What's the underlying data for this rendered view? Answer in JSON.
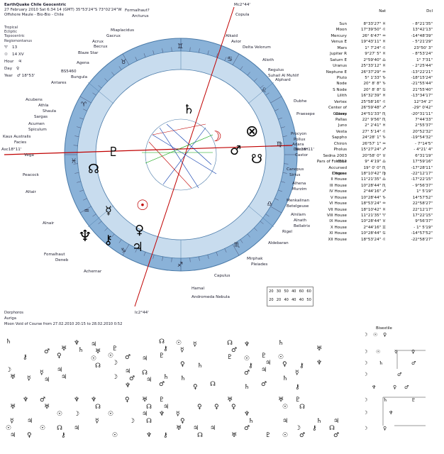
{
  "header": {
    "title": "EarthQuake Chile Geocentric",
    "line2": "27 February 2010   Sat   6:34 14 (GMT) 35°53'24\"S  73°02'24\"W",
    "line3": "Offshore Maule - Bio-Bio - Chile"
  },
  "options": [
    "Tropical",
    "Ecliptic",
    "Topocentric",
    "Regiomontanus"
  ],
  "params": [
    {
      "glyph": "♈",
      "value": "13"
    },
    {
      "glyph": "☉",
      "value": "14 XV"
    },
    {
      "label": "Hour",
      "value": "♃"
    },
    {
      "label": "Day",
      "value": "♀"
    },
    {
      "label": "Year",
      "value": "♂ 18°53'"
    }
  ],
  "positions_header": {
    "col1": "Nat",
    "col2": "Dcl"
  },
  "positions": [
    {
      "name": "Sun",
      "lon": "8°33'27\" ♓",
      "dcl": "- 8°21'35\""
    },
    {
      "name": "Moon",
      "lon": "17°39'50\" ♌",
      "dcl": "13°42'13\""
    },
    {
      "name": "Mercury",
      "lon": "26° 6'47\" ♒",
      "dcl": "-14°48'39\""
    },
    {
      "name": "Venus E",
      "lon": "19°43'11\" ♓",
      "dcl": "- 5°21'29\""
    },
    {
      "name": "Mars",
      "lon": "1° 7'24\" ♌",
      "dcl": "23°50' 3\""
    },
    {
      "name": "Jupiter R",
      "lon": "9°27' 5\" ♓",
      "dcl": "- 8°53'24\""
    },
    {
      "name": "Saturn E",
      "lon": "2°59'40\" ♎",
      "dcl": "1° 7'31\""
    },
    {
      "name": "Uranus",
      "lon": "25°33'12\" ♓",
      "dcl": "- 2°25'44\""
    },
    {
      "name": "Neptune E",
      "lon": "26°37'29\" ♒",
      "dcl": "-13°22'21\""
    },
    {
      "name": "Pluto",
      "lon": "5° 1'33\" ♑",
      "dcl": "-18°15'24\""
    },
    {
      "name": "Node",
      "lon": "20° 8' 8\" ♑",
      "dcl": "-21°55'44\""
    },
    {
      "name": "S Node",
      "lon": "20° 8' 8\" ♋",
      "dcl": "21°55'40\""
    },
    {
      "name": "Lilith",
      "lon": "16°32'39\" ♓",
      "dcl": "-13°34'17\""
    },
    {
      "name": "Vertex",
      "lon": "25°58'16\" ♌",
      "dcl": "12°34' 2\""
    },
    {
      "name": "Center of Galaxy",
      "lon": "26°59'48\" ♐",
      "dcl": "-29° 0'42\""
    },
    {
      "name": "Ceres",
      "lon": "24°51'33\" ♏",
      "dcl": "-20°31'11\""
    },
    {
      "name": "Pallas",
      "lon": "22° 9'56\" ♏",
      "dcl": "7°44'33\""
    },
    {
      "name": "Juno",
      "lon": "2° 2'41\" ♓",
      "dcl": "2°55'37\""
    },
    {
      "name": "Vesta",
      "lon": "27° 5'14\" ♌",
      "dcl": "20°52'32\""
    },
    {
      "name": "Sappho",
      "lon": "24°28' 1\" ♑",
      "dcl": "-19°54'32\""
    },
    {
      "name": "Chiron",
      "lon": "26°57' 1\" ♒",
      "dcl": "- 7°14'5\""
    },
    {
      "name": "Pholus",
      "lon": "15°27'24\" ♐",
      "dcl": "- 4°21' 4\""
    },
    {
      "name": "Sedna 2003 VB12",
      "lon": "20°58' 0\" ♉",
      "dcl": "6°31'19\""
    },
    {
      "name": "Pars of Fortune",
      "lon": "9° 4'19\" ♎",
      "dcl": "17°59'16\""
    },
    {
      "name": "Accursed Degree",
      "lon": "19° 0' 0\" ♏",
      "dcl": "-17°28'11\""
    },
    {
      "name": "I House",
      "lon": "18°10'42\" ♍",
      "dcl": "-22°12'17\""
    },
    {
      "name": "II House",
      "lon": "11°21'35\" ♎",
      "dcl": "-17°22'15\""
    },
    {
      "name": "III House",
      "lon": "10°28'44\" ♏",
      "dcl": "- 9°56'37\""
    },
    {
      "name": "IV House",
      "lon": "2°44'16\" ♐",
      "dcl": "1° 5'19\""
    },
    {
      "name": "V House",
      "lon": "10°28'44\" ♑",
      "dcl": "14°57'52\""
    },
    {
      "name": "VI House",
      "lon": "18°53'24\" ♒",
      "dcl": "22°58'27\""
    },
    {
      "name": "VII House",
      "lon": "18°10'42\" ♓",
      "dcl": "22°12'17\""
    },
    {
      "name": "VIII House",
      "lon": "11°21'35\" ♈",
      "dcl": "17°22'15\""
    },
    {
      "name": "IX House",
      "lon": "10°28'44\" ♉",
      "dcl": "9°56'37\""
    },
    {
      "name": "X House",
      "lon": "2°44'16\" ♊",
      "dcl": "- 1° 5'19\""
    },
    {
      "name": "XI House",
      "lon": "10°28'44\" ♋",
      "dcl": "-14°57'52\""
    },
    {
      "name": "XII House",
      "lon": "18°53'24\" ♌",
      "dcl": "-22°58'27\""
    }
  ],
  "stars_left": [
    "Acubens",
    "Athla",
    "Shaula",
    "Sargas",
    "Acumen",
    "Spiculum",
    "Kaus Australis",
    "Facies",
    "Vega",
    "Peacock",
    "Altair",
    "Alnair",
    "Fomalhaut",
    "Deneb",
    "Achernar"
  ],
  "stars_right": [
    "Copula",
    "Alkaid",
    "Avior",
    "Delta Velorum",
    "Alioth",
    "Regulus",
    "Suhail Al Muhlif",
    "Alphard",
    "Dubhe",
    "Praesepe",
    "Procyon",
    "Pollux",
    "Adara",
    "Wezen",
    "Castor",
    "Canopus",
    "Sirius",
    "Alhena",
    "Murzim",
    "Menkalinan",
    "Betelgeuse",
    "Alnilam",
    "Alnath",
    "Bellatrix",
    "Rigel",
    "Aldebaran",
    "Mirphak",
    "Pleiades",
    "Capulus",
    "Hamal",
    "Andromeda Nebula"
  ],
  "stars_top": [
    "Formalhaut?",
    "Arcturus",
    "Miaplacidus",
    "Gacrux",
    "Acrux",
    "Becrux",
    "Blaze Star",
    "Agena",
    "BS5460",
    "Bungula",
    "Antares"
  ],
  "chart_labels": {
    "asc": "Asc18°11'",
    "dsc": "Dsc18°11'",
    "mc": "Mc2°44'",
    "ic": "Ic2°44'"
  },
  "aspect_legend": {
    "row1": [
      "20",
      "30",
      "50",
      "40",
      "60",
      "60"
    ],
    "row2": [
      "20",
      "20",
      "40",
      "40",
      "40",
      "50"
    ]
  },
  "bottom": {
    "line1": "Dorphoros",
    "line2": "Auriga",
    "moon_void": "Moon Void of Course from 27.02.2010 20:15  to 28.02.2010  0:52"
  },
  "bisextile": "Bisextile",
  "colors": {
    "ring": "#8ab2d8",
    "ring_inner": "#c8dcee",
    "axis": "#c00000",
    "accent": "#0033aa"
  }
}
